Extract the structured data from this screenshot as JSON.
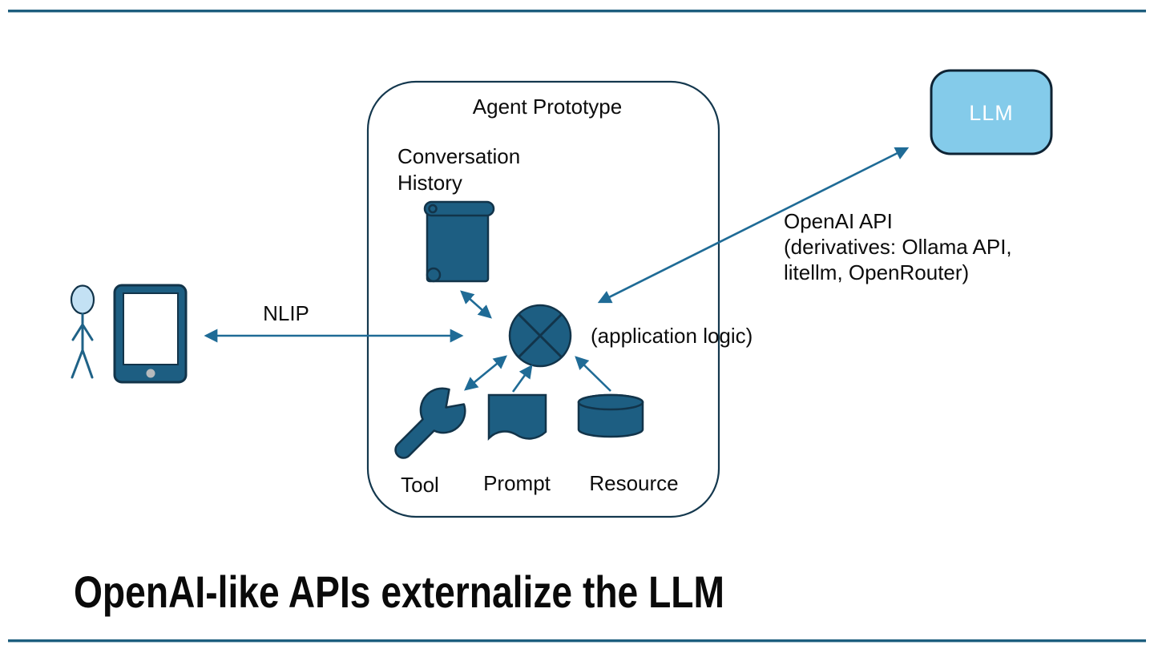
{
  "slide": {
    "title": "OpenAI-like APIs externalize the LLM"
  },
  "agent_box": {
    "title": "Agent Prototype",
    "application_logic_label": "(application logic)",
    "conversation_history": {
      "line1": "Conversation",
      "line2": "History"
    },
    "tool_label": "Tool",
    "prompt_label": "Prompt",
    "resource_label": "Resource"
  },
  "llm_box": {
    "label": "LLM"
  },
  "connections": {
    "nlip_label": "NLIP",
    "openai_api": {
      "line1": "OpenAI API",
      "line2": "(derivatives: Ollama API,",
      "line3": "litellm, OpenRouter)"
    }
  },
  "colors": {
    "shape_fill": "#1d5e82",
    "shape_outline": "#12344a",
    "arrow": "#1f6b96",
    "llm_fill": "#84cbea",
    "llm_text": "#ffffff",
    "rule": "#1d5e7e",
    "person_head_fill": "#c3e1f4",
    "text": "#0d0d0d"
  }
}
